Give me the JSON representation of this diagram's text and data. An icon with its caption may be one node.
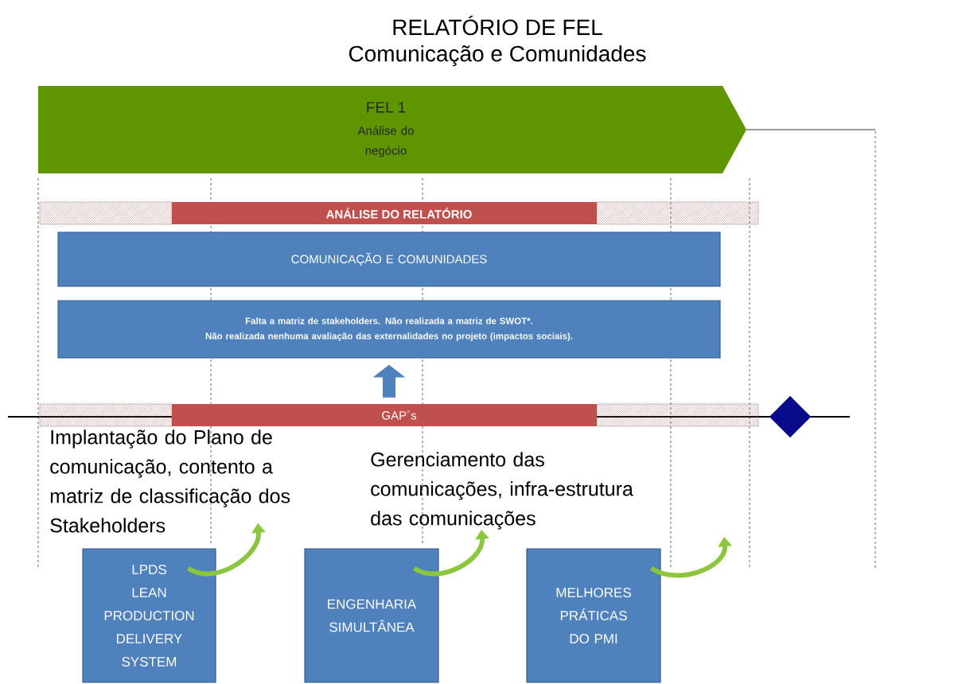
{
  "diagram": {
    "title": "RELATÓRIO DE FEL",
    "nodes": [
      {
        "text": [
          "FEL 1",
          "Análise do negócio"
        ]
      },
      {
        "text": [
          "ANÁLISE DO RELATÓRIO"
        ]
      },
      {
        "text": [
          "COMUNICAÇÃO E COMUNIDADES"
        ]
      },
      {
        "text": [
          "Falta a matriz de stakeholders.  Não realizada  a matriz de SWOT*.",
          "Não realizada nenhuma avaliação  das externalidades no projeto (impactos sociais)."
        ]
      },
      {
        "text": [
          "GAP´s"
        ]
      },
      {
        "text": [],
        "shape": "diamond"
      },
      {
        "text": [
          "Implantação do Plano de comunicação, contento a matriz de classificação dos Stakeholders"
        ]
      },
      {
        "text": [
          "Gerenciamento das comunicações, infra-estrutura das comunicações"
        ]
      },
      {
        "text": [
          "LPDS",
          "LEAN PRODUCTION DELIVERY SYSTEM"
        ]
      },
      {
        "text": [
          "ENGENHARIA SIMULTÂNEA"
        ]
      },
      {
        "text": [
          "MELHORES PRÁTICAS  DO PMI"
        ]
      }
    ],
    "edges": [
      {
        "from": 4,
        "to": 3,
        "arrow": "to",
        "style": "thick",
        "color": "#4f81bd"
      },
      {
        "from": 8,
        "to": 6,
        "arrow": "to"
      },
      {
        "from": 9,
        "to": 7,
        "arrow": "to"
      },
      {
        "from": 10,
        "to": null,
        "arrow": "to"
      }
    ],
    "labels": [
      "Comunicação e Comunidades"
    ]
  }
}
